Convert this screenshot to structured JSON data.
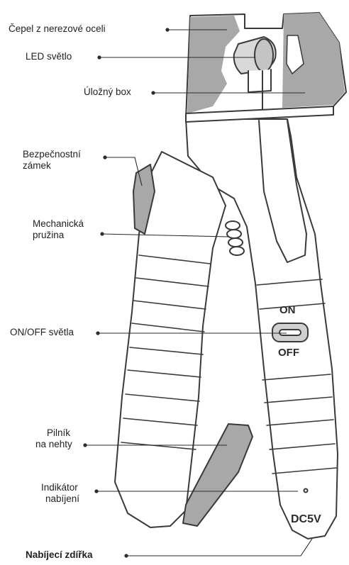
{
  "labels": {
    "blade": "Čepel z nerezové oceli",
    "led": "LED světlo",
    "storage": "Úložný box",
    "safety_lock_line1": "Bezpečnostní",
    "safety_lock_line2": "zámek",
    "spring_line1": "Mechanická",
    "spring_line2": "pružina",
    "light_switch": "ON/OFF světla",
    "nail_file_line1": "Pilník",
    "nail_file_line2": "na nehty",
    "indicator_line1": "Indikátor",
    "indicator_line2": "nabíjení",
    "charging_port": "Nabíjecí zdířka"
  },
  "markings": {
    "on": "ON",
    "off": "OFF",
    "dc": "DC5V"
  },
  "colors": {
    "outline": "#3a3a3a",
    "accent_gray": "#a8a8a8",
    "light_gray": "#d9d9d9",
    "text": "#222222",
    "background": "#ffffff"
  }
}
